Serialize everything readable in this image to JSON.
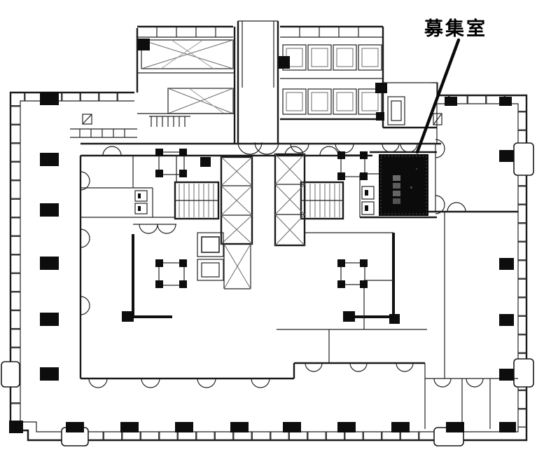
{
  "image": {
    "kind": "scanned building floor plan",
    "background": "#ffffff"
  },
  "colors": {
    "ink": "#000000",
    "wall": "#1a1a1a",
    "highlight_room": "#0b0b0b"
  },
  "annotation": {
    "label": "募集室"
  },
  "highlight": {
    "room_label": "募集室",
    "room_fill": "#0b0b0b"
  }
}
